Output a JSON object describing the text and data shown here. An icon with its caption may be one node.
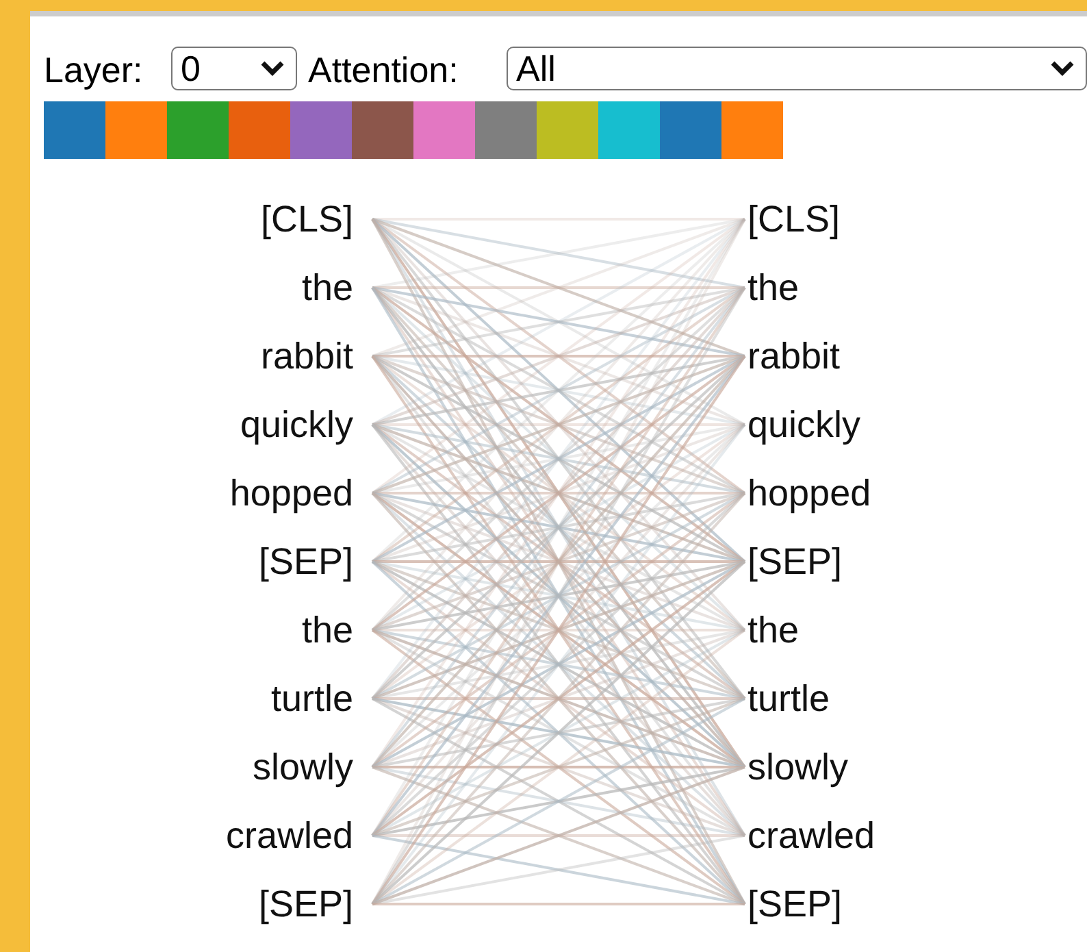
{
  "diagram": {
    "nodes": [
      {
        "text": [
          "[CLS]"
        ]
      },
      {
        "text": [
          "the"
        ]
      },
      {
        "text": [
          "rabbit"
        ]
      },
      {
        "text": [
          "quickly"
        ]
      },
      {
        "text": [
          "hopped"
        ]
      },
      {
        "text": [
          "[SEP]"
        ]
      },
      {
        "text": [
          "the"
        ]
      },
      {
        "text": [
          "turtle"
        ]
      },
      {
        "text": [
          "slowly"
        ]
      },
      {
        "text": [
          "crawled"
        ]
      },
      {
        "text": [
          "[SEP]"
        ]
      },
      {
        "text": [
          "[CLS]"
        ]
      },
      {
        "text": [
          "the"
        ]
      },
      {
        "text": [
          "rabbit"
        ]
      },
      {
        "text": [
          "quickly"
        ]
      },
      {
        "text": [
          "hopped"
        ]
      },
      {
        "text": [
          "[SEP]"
        ]
      },
      {
        "text": [
          "the"
        ]
      },
      {
        "text": [
          "turtle"
        ]
      },
      {
        "text": [
          "slowly"
        ]
      },
      {
        "text": [
          "crawled"
        ]
      },
      {
        "text": [
          "[SEP]"
        ]
      }
    ],
    "edges": [
      {
        "from": 0,
        "to": 11,
        "arrow": "none"
      },
      {
        "from": 0,
        "to": 12,
        "arrow": "none"
      },
      {
        "from": 0,
        "to": 13,
        "arrow": "none"
      },
      {
        "from": 0,
        "to": 14,
        "arrow": "none"
      },
      {
        "from": 0,
        "to": 15,
        "arrow": "none"
      },
      {
        "from": 0,
        "to": 16,
        "arrow": "none"
      },
      {
        "from": 0,
        "to": 17,
        "arrow": "none"
      },
      {
        "from": 0,
        "to": 18,
        "arrow": "none"
      },
      {
        "from": 0,
        "to": 19,
        "arrow": "none"
      },
      {
        "from": 0,
        "to": 20,
        "arrow": "none"
      },
      {
        "from": 0,
        "to": 21,
        "arrow": "none"
      },
      {
        "from": 1,
        "to": 11,
        "arrow": "none"
      },
      {
        "from": 1,
        "to": 12,
        "arrow": "none"
      },
      {
        "from": 1,
        "to": 13,
        "arrow": "none"
      },
      {
        "from": 1,
        "to": 14,
        "arrow": "none"
      },
      {
        "from": 1,
        "to": 15,
        "arrow": "none"
      },
      {
        "from": 1,
        "to": 16,
        "arrow": "none"
      },
      {
        "from": 1,
        "to": 17,
        "arrow": "none"
      },
      {
        "from": 1,
        "to": 18,
        "arrow": "none"
      },
      {
        "from": 1,
        "to": 19,
        "arrow": "none"
      },
      {
        "from": 1,
        "to": 20,
        "arrow": "none"
      },
      {
        "from": 1,
        "to": 21,
        "arrow": "none"
      },
      {
        "from": 2,
        "to": 11,
        "arrow": "none"
      },
      {
        "from": 2,
        "to": 12,
        "arrow": "none"
      },
      {
        "from": 2,
        "to": 13,
        "arrow": "none"
      },
      {
        "from": 2,
        "to": 14,
        "arrow": "none"
      },
      {
        "from": 2,
        "to": 15,
        "arrow": "none"
      },
      {
        "from": 2,
        "to": 16,
        "arrow": "none"
      },
      {
        "from": 2,
        "to": 17,
        "arrow": "none"
      },
      {
        "from": 2,
        "to": 18,
        "arrow": "none"
      },
      {
        "from": 2,
        "to": 19,
        "arrow": "none"
      },
      {
        "from": 2,
        "to": 20,
        "arrow": "none"
      },
      {
        "from": 2,
        "to": 21,
        "arrow": "none"
      },
      {
        "from": 3,
        "to": 11,
        "arrow": "none"
      },
      {
        "from": 3,
        "to": 12,
        "arrow": "none"
      },
      {
        "from": 3,
        "to": 13,
        "arrow": "none"
      },
      {
        "from": 3,
        "to": 14,
        "arrow": "none"
      },
      {
        "from": 3,
        "to": 15,
        "arrow": "none"
      },
      {
        "from": 3,
        "to": 16,
        "arrow": "none"
      },
      {
        "from": 3,
        "to": 17,
        "arrow": "none"
      },
      {
        "from": 3,
        "to": 18,
        "arrow": "none"
      },
      {
        "from": 3,
        "to": 19,
        "arrow": "none"
      },
      {
        "from": 3,
        "to": 20,
        "arrow": "none"
      },
      {
        "from": 3,
        "to": 21,
        "arrow": "none"
      },
      {
        "from": 4,
        "to": 11,
        "arrow": "none"
      },
      {
        "from": 4,
        "to": 12,
        "arrow": "none"
      },
      {
        "from": 4,
        "to": 13,
        "arrow": "none"
      },
      {
        "from": 4,
        "to": 14,
        "arrow": "none"
      },
      {
        "from": 4,
        "to": 15,
        "arrow": "none"
      },
      {
        "from": 4,
        "to": 16,
        "arrow": "none"
      },
      {
        "from": 4,
        "to": 17,
        "arrow": "none"
      },
      {
        "from": 4,
        "to": 18,
        "arrow": "none"
      },
      {
        "from": 4,
        "to": 19,
        "arrow": "none"
      },
      {
        "from": 4,
        "to": 20,
        "arrow": "none"
      },
      {
        "from": 4,
        "to": 21,
        "arrow": "none"
      },
      {
        "from": 5,
        "to": 11,
        "arrow": "none"
      },
      {
        "from": 5,
        "to": 12,
        "arrow": "none"
      },
      {
        "from": 5,
        "to": 13,
        "arrow": "none"
      },
      {
        "from": 5,
        "to": 14,
        "arrow": "none"
      },
      {
        "from": 5,
        "to": 15,
        "arrow": "none"
      },
      {
        "from": 5,
        "to": 16,
        "arrow": "none"
      },
      {
        "from": 5,
        "to": 17,
        "arrow": "none"
      },
      {
        "from": 5,
        "to": 18,
        "arrow": "none"
      },
      {
        "from": 5,
        "to": 19,
        "arrow": "none"
      },
      {
        "from": 5,
        "to": 20,
        "arrow": "none"
      },
      {
        "from": 5,
        "to": 21,
        "arrow": "none"
      },
      {
        "from": 6,
        "to": 11,
        "arrow": "none"
      },
      {
        "from": 6,
        "to": 12,
        "arrow": "none"
      },
      {
        "from": 6,
        "to": 13,
        "arrow": "none"
      },
      {
        "from": 6,
        "to": 14,
        "arrow": "none"
      },
      {
        "from": 6,
        "to": 15,
        "arrow": "none"
      },
      {
        "from": 6,
        "to": 16,
        "arrow": "none"
      },
      {
        "from": 6,
        "to": 17,
        "arrow": "none"
      },
      {
        "from": 6,
        "to": 18,
        "arrow": "none"
      },
      {
        "from": 6,
        "to": 19,
        "arrow": "none"
      },
      {
        "from": 6,
        "to": 20,
        "arrow": "none"
      },
      {
        "from": 6,
        "to": 21,
        "arrow": "none"
      },
      {
        "from": 7,
        "to": 11,
        "arrow": "none"
      },
      {
        "from": 7,
        "to": 12,
        "arrow": "none"
      },
      {
        "from": 7,
        "to": 13,
        "arrow": "none"
      },
      {
        "from": 7,
        "to": 14,
        "arrow": "none"
      },
      {
        "from": 7,
        "to": 15,
        "arrow": "none"
      },
      {
        "from": 7,
        "to": 16,
        "arrow": "none"
      },
      {
        "from": 7,
        "to": 17,
        "arrow": "none"
      },
      {
        "from": 7,
        "to": 18,
        "arrow": "none"
      },
      {
        "from": 7,
        "to": 19,
        "arrow": "none"
      },
      {
        "from": 7,
        "to": 20,
        "arrow": "none"
      },
      {
        "from": 7,
        "to": 21,
        "arrow": "none"
      },
      {
        "from": 8,
        "to": 11,
        "arrow": "none"
      },
      {
        "from": 8,
        "to": 12,
        "arrow": "none"
      },
      {
        "from": 8,
        "to": 13,
        "arrow": "none"
      },
      {
        "from": 8,
        "to": 14,
        "arrow": "none"
      },
      {
        "from": 8,
        "to": 15,
        "arrow": "none"
      },
      {
        "from": 8,
        "to": 16,
        "arrow": "none"
      },
      {
        "from": 8,
        "to": 17,
        "arrow": "none"
      },
      {
        "from": 8,
        "to": 18,
        "arrow": "none"
      },
      {
        "from": 8,
        "to": 19,
        "arrow": "none"
      },
      {
        "from": 8,
        "to": 20,
        "arrow": "none"
      },
      {
        "from": 8,
        "to": 21,
        "arrow": "none"
      },
      {
        "from": 9,
        "to": 11,
        "arrow": "none"
      },
      {
        "from": 9,
        "to": 12,
        "arrow": "none"
      },
      {
        "from": 9,
        "to": 13,
        "arrow": "none"
      },
      {
        "from": 9,
        "to": 14,
        "arrow": "none"
      },
      {
        "from": 9,
        "to": 15,
        "arrow": "none"
      },
      {
        "from": 9,
        "to": 16,
        "arrow": "none"
      },
      {
        "from": 9,
        "to": 17,
        "arrow": "none"
      },
      {
        "from": 9,
        "to": 18,
        "arrow": "none"
      },
      {
        "from": 9,
        "to": 19,
        "arrow": "none"
      },
      {
        "from": 9,
        "to": 20,
        "arrow": "none"
      },
      {
        "from": 9,
        "to": 21,
        "arrow": "none"
      },
      {
        "from": 10,
        "to": 11,
        "arrow": "none"
      },
      {
        "from": 10,
        "to": 12,
        "arrow": "none"
      },
      {
        "from": 10,
        "to": 13,
        "arrow": "none"
      },
      {
        "from": 10,
        "to": 14,
        "arrow": "none"
      },
      {
        "from": 10,
        "to": 15,
        "arrow": "none"
      },
      {
        "from": 10,
        "to": 16,
        "arrow": "none"
      },
      {
        "from": 10,
        "to": 17,
        "arrow": "none"
      },
      {
        "from": 10,
        "to": 18,
        "arrow": "none"
      },
      {
        "from": 10,
        "to": 19,
        "arrow": "none"
      },
      {
        "from": 10,
        "to": 20,
        "arrow": "none"
      },
      {
        "from": 10,
        "to": 21,
        "arrow": "none"
      }
    ],
    "labels": [
      "Layer:",
      "0",
      "Attention:",
      "All"
    ]
  }
}
